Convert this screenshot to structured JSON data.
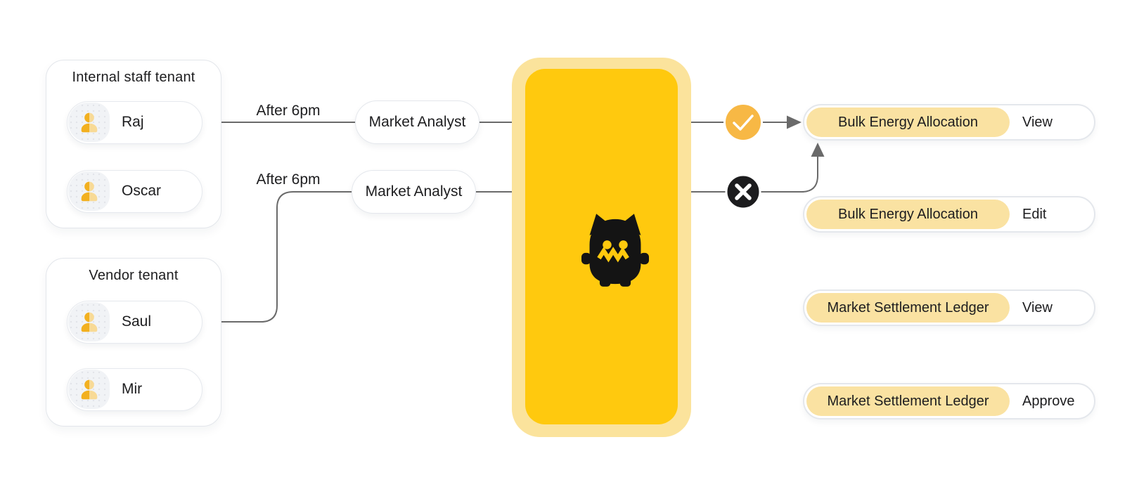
{
  "colors": {
    "gateway_inner": "#FFC90E",
    "gateway_ring": "#FBE39C",
    "allow_circle": "#F7B845",
    "deny_circle": "#1C1C1E",
    "highlight_badge": "#FAE2A2",
    "avatar_amber": "#F2B020",
    "avatar_light": "#F8DA96",
    "connector": "#6A6A6A"
  },
  "tenants": [
    {
      "label": "Internal staff tenant",
      "users": [
        {
          "name": "Raj"
        },
        {
          "name": "Oscar"
        }
      ]
    },
    {
      "label": "Vendor tenant",
      "users": [
        {
          "name": "Saul"
        },
        {
          "name": "Mir"
        }
      ]
    }
  ],
  "roles": [
    {
      "label": "Market Analyst"
    },
    {
      "label": "Market Analyst"
    }
  ],
  "edges": [
    {
      "label": "After 6pm",
      "from": "Raj",
      "to": "Market Analyst",
      "result": "allowed"
    },
    {
      "label": "After 6pm",
      "from": "Saul",
      "to": "Market Analyst",
      "result": "denied"
    }
  ],
  "gateway": {
    "icon": "monster-mascot"
  },
  "permissions": [
    {
      "resource": "Bulk Energy Allocation",
      "action": "View"
    },
    {
      "resource": "Bulk Energy Allocation",
      "action": "Edit"
    },
    {
      "resource": "Market Settlement Ledger",
      "action": "View"
    },
    {
      "resource": "Market Settlement Ledger",
      "action": "Approve"
    }
  ]
}
